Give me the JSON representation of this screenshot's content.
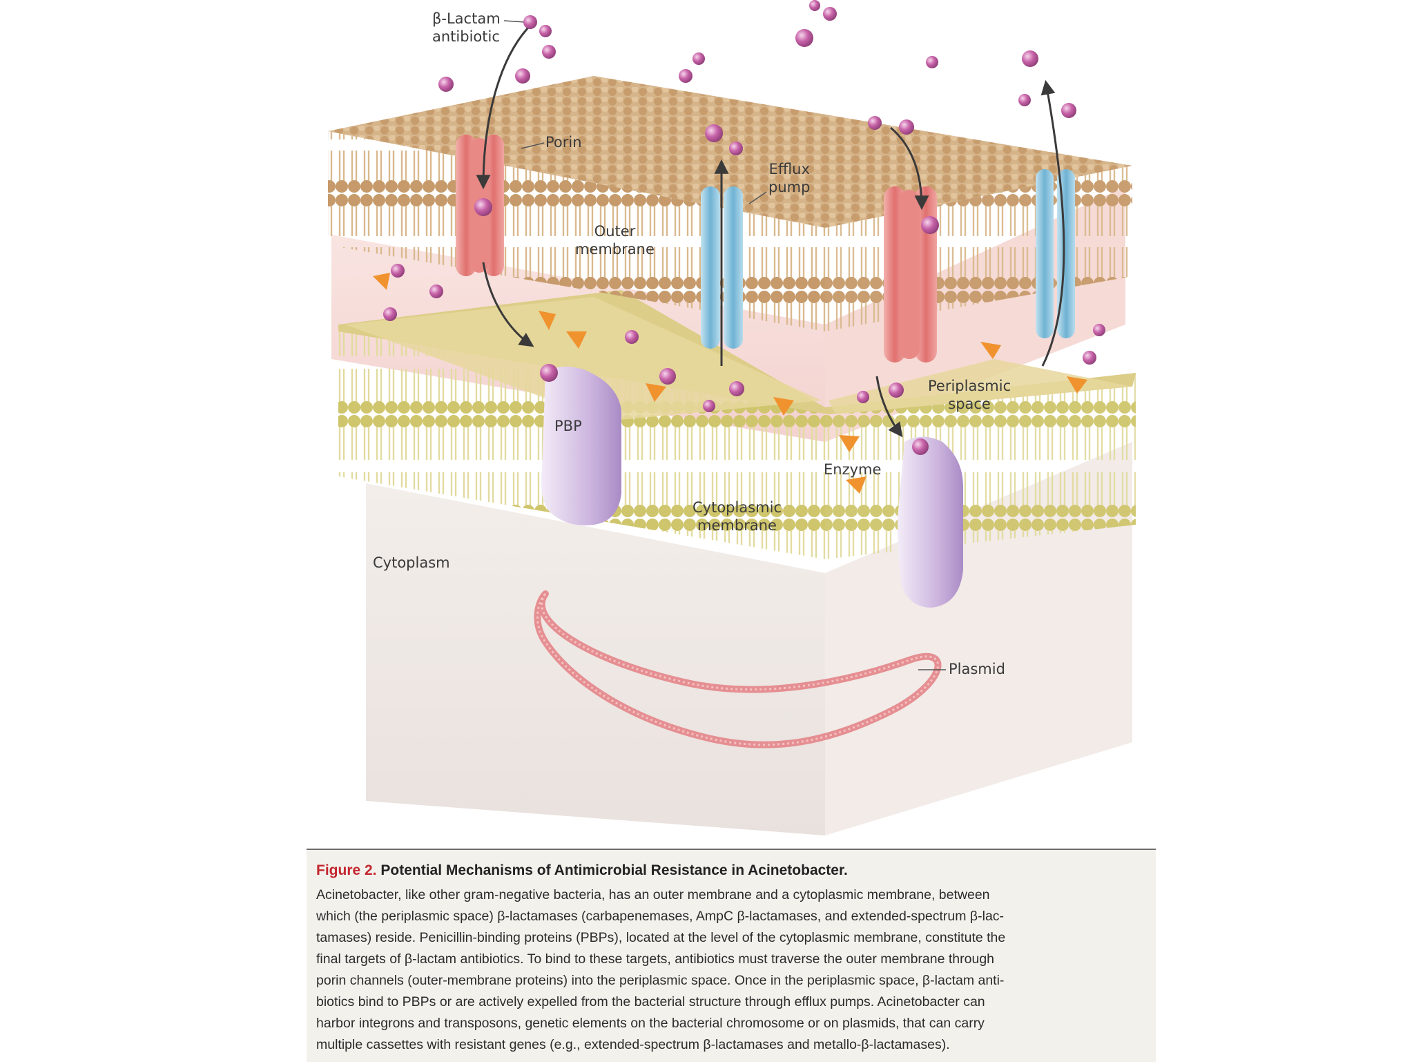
{
  "labels": {
    "beta_lactam": [
      "β-Lactam",
      "antibiotic"
    ],
    "porin": "Porin",
    "efflux_pump": [
      "Efflux",
      "pump"
    ],
    "outer_membrane": [
      "Outer",
      "membrane"
    ],
    "periplasmic_space": [
      "Periplasmic",
      "space"
    ],
    "pbp": "PBP",
    "enzyme": "Enzyme",
    "cytoplasmic_membrane": [
      "Cytoplasmic",
      "membrane"
    ],
    "cytoplasm": "Cytoplasm",
    "plasmid": "Plasmid"
  },
  "caption": {
    "figure_number": "Figure 2.",
    "title": "Potential Mechanisms of Antimicrobial Resistance in Acinetobacter.",
    "lines": [
      "Acinetobacter, like other gram-negative bacteria, has an outer membrane and a cytoplasmic membrane, between",
      "which (the periplasmic space) β-lactamases (carbapenemases, AmpC β-lactamases, and extended-spectrum β-lac-",
      "tamases) reside. Penicillin-binding proteins (PBPs), located at the level of the cytoplasmic membrane, constitute the",
      "final targets of β-lactam antibiotics. To bind to these targets, antibiotics must traverse the outer membrane through",
      "porin channels (outer-membrane proteins) into the periplasmic space. Once in the periplasmic space, β-lactam anti-",
      "biotics bind to PBPs or are actively expelled from the bacterial structure through efflux pumps. Acinetobacter can",
      "harbor integrons and transposons, genetic elements on the bacterial chromosome or on plasmids, that can carry",
      "multiple cassettes with resistant genes (e.g., extended-spectrum β-lactamases and metallo-β-lactamases)."
    ]
  },
  "colors": {
    "outer_membrane": "#c9a57c",
    "cytoplasmic_membrane": "#d2cf86",
    "periplasm": "#f6dcd8",
    "porin": "#e88d8a",
    "efflux_pump": "#8ec6df",
    "pbp": "#d9c9e6",
    "antibiotic": "#c762a8",
    "enzyme": "#f0922e",
    "plasmid": "#e58f92",
    "cytoplasm": "#ede6e2",
    "figure_label": "#c3262f"
  }
}
